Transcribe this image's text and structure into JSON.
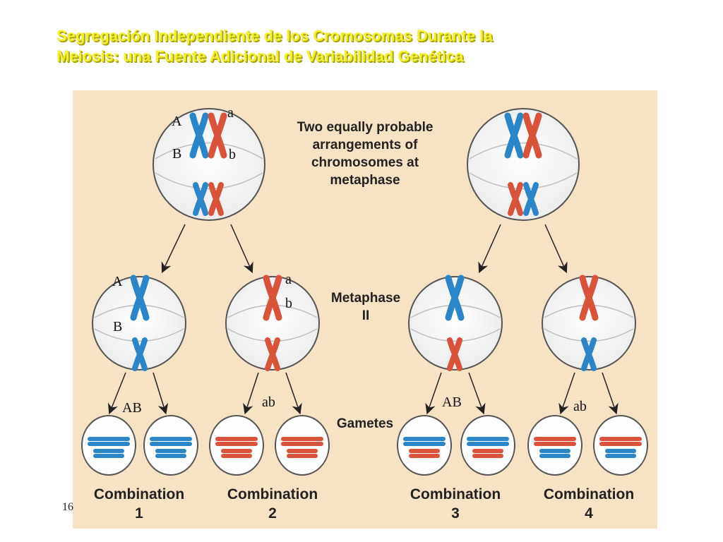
{
  "title_line1": "Segregación Independiente de los Cromosomas Durante la",
  "title_line2": "Meiosis: una Fuente Adicional de Variabilidad Genética",
  "slide_number": "16",
  "colors": {
    "maternal": "#2a86c8",
    "paternal": "#d9533a",
    "background": "#f6e2c5",
    "title": "#f4f03a"
  },
  "figure": {
    "metaphase_note": [
      "Two equally probable",
      "arrangements of",
      "chromosomes at",
      "metaphase"
    ],
    "metaphase2_label": [
      "Metaphase",
      "II"
    ],
    "gametes_label": "Gametes",
    "allele_A": "A",
    "allele_a": "a",
    "allele_B": "B",
    "allele_b": "b",
    "gamete_AB": "AB",
    "gamete_ab": "ab",
    "combinations": [
      {
        "word": "Combination",
        "number": "1"
      },
      {
        "word": "Combination",
        "number": "2"
      },
      {
        "word": "Combination",
        "number": "3"
      },
      {
        "word": "Combination",
        "number": "4"
      }
    ]
  }
}
